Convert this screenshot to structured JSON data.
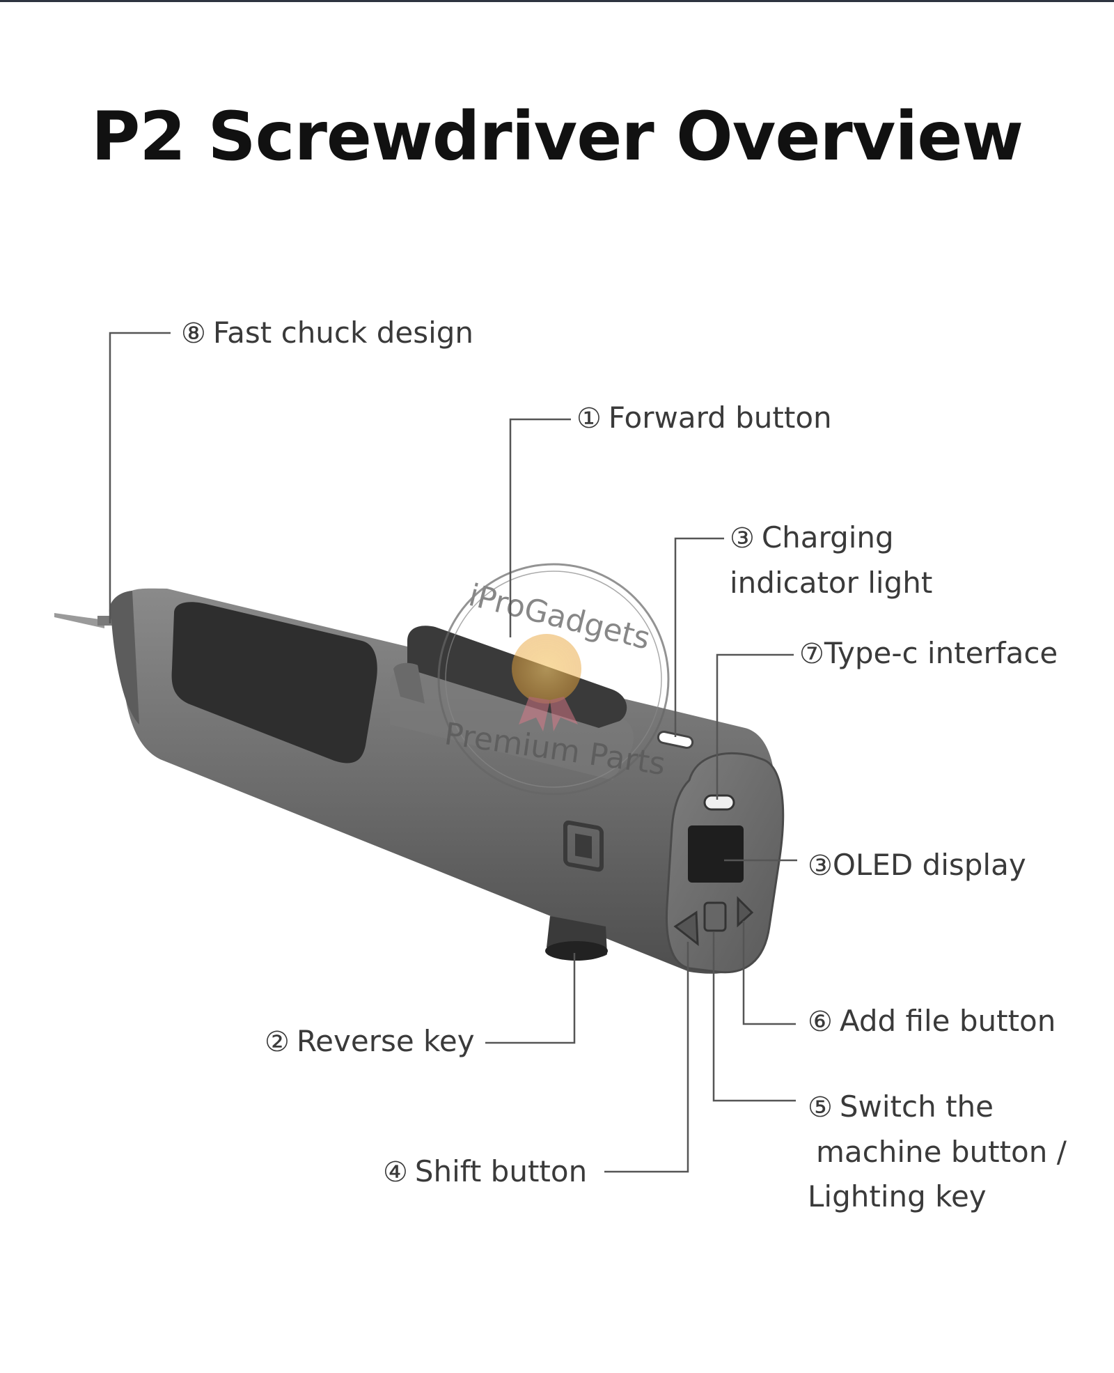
{
  "title": "P2 Screwdriver Overview",
  "labels": {
    "fast_chuck": {
      "num": "⑧",
      "text": "Fast chuck design"
    },
    "forward": {
      "num": "①",
      "text": "Forward button"
    },
    "charging": {
      "num": "③",
      "line1": "Charging",
      "line2": "indicator light"
    },
    "typec": {
      "num": "⑦",
      "text": "Type-c interface"
    },
    "oled": {
      "num": "③",
      "text": "OLED display"
    },
    "add_file": {
      "num": "⑥",
      "text": "Add file button"
    },
    "switch": {
      "num": "⑤",
      "line1": "Switch the",
      "line2": "machine button /",
      "line3": "Lighting key"
    },
    "reverse": {
      "num": "②",
      "text": "Reverse key"
    },
    "shift": {
      "num": "④",
      "text": "Shift button"
    }
  },
  "watermark": {
    "line1": "iProGadgets",
    "line2": "Premium Parts"
  },
  "colors": {
    "body": "#6e6e6e",
    "grip": "#2e2e2e",
    "leader": "#555555"
  }
}
